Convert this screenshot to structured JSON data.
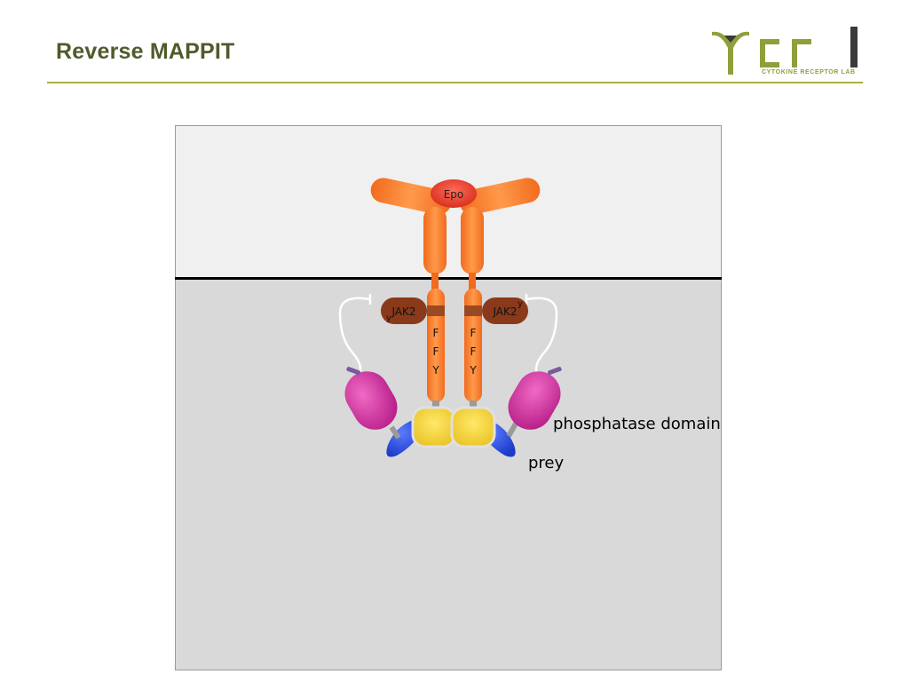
{
  "slide": {
    "title": "Reverse MAPPIT"
  },
  "logo": {
    "letters": "cr",
    "subtitle": "CYTOKINE RECEPTOR LAB"
  },
  "diagram": {
    "ligand_label": "Epo",
    "kinase_label_left": "JAK2",
    "kinase_label_right": "JAK2",
    "receptor_residues_left": [
      "F",
      "F",
      "Y"
    ],
    "receptor_residues_right": [
      "F",
      "F",
      "Y"
    ],
    "phosphatase_label": "phosphatase domain",
    "prey_label": "prey",
    "kinase_tag_left": "y",
    "kinase_tag_right": "y"
  },
  "colors": {
    "title": "#4f5b2b",
    "rule": "#a8b23c",
    "receptor": "#f57a2a",
    "ligand": "#e8402c",
    "kinase": "#8a3a1a",
    "phosphatase": "#d1389e",
    "prey": "#2a4fd6",
    "bait": "#f5d838",
    "extracellular": "#f0f0f0",
    "cytoplasm": "#d9d9d9"
  }
}
